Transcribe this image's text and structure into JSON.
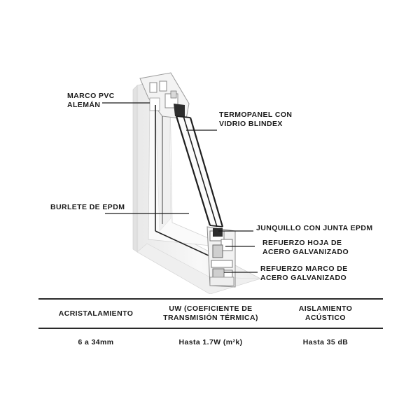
{
  "callouts": {
    "marco_pvc": "MARCO PVC\nALEMÁN",
    "termopanel": "TERMOPANEL CON\nVIDRIO BLINDEX",
    "burlete": "BURLETE DE EPDM",
    "junquillo": "JUNQUILLO CON JUNTA EPDM",
    "refuerzo_hoja": "REFUERZO HOJA DE\nACERO GALVANIZADO",
    "refuerzo_marco": "REFUERZO MARCO DE\nACERO GALVANIZADO"
  },
  "table": {
    "headers": [
      "ACRISTALAMIENTO",
      "UW (COEFICIENTE DE\nTRANSMISIÓN TÉRMICA)",
      "AISLAMIENTO\nACÚSTICO"
    ],
    "values": [
      "6 a 34mm",
      "Hasta 1.7W (m²k)",
      "Hasta 35 dB"
    ]
  },
  "colors": {
    "profile": "#f4f4f4",
    "edge": "#c8c8c8",
    "line": "#2a2a2a",
    "glass": "#1e1e1e"
  }
}
